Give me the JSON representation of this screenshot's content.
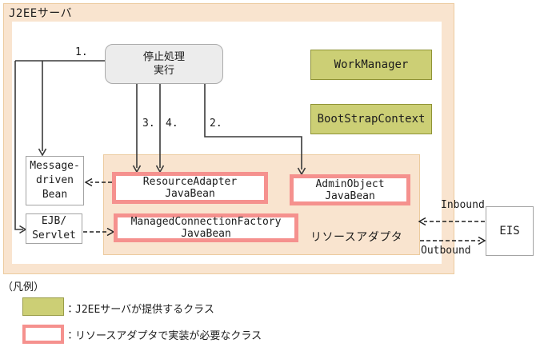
{
  "diagram": {
    "title": "J2EEサーバ",
    "stop_box": {
      "line1": "停止処理",
      "line2": "実行"
    },
    "work_manager": "WorkManager",
    "bootstrap_context": "BootStrapContext",
    "mdb": {
      "line1": "Message-",
      "line2": "driven",
      "line3": "Bean"
    },
    "ejb": {
      "line1": "EJB/",
      "line2": "Servlet"
    },
    "resource_adapter_bean": {
      "line1": "ResourceAdapter",
      "line2": "JavaBean"
    },
    "managed_connection_factory_bean": {
      "line1": "ManagedConnectionFactory",
      "line2": "JavaBean"
    },
    "admin_object_bean": {
      "line1": "AdminObject",
      "line2": "JavaBean"
    },
    "resource_adapter_label": "リソースアダプタ",
    "eis": "EIS",
    "step_labels": {
      "s1": "1.",
      "s2": "2.",
      "s3": "3.",
      "s4": "4."
    },
    "inbound": "Inbound",
    "outbound": "Outbound"
  },
  "legend": {
    "title": "（凡例）",
    "items": [
      {
        "swatch": "green-filled",
        "label": "：J2EEサーバが提供するクラス"
      },
      {
        "swatch": "pink-outlined",
        "label": "：リソースアダプタで実装が必要なクラス"
      }
    ]
  },
  "colors": {
    "server_frame_fill": "#f9e4cf",
    "server_frame_edge": "#eccb9f",
    "provided_class_fill": "#cccf75",
    "provided_class_border": "#8f9335",
    "required_class_border": "#f5918e",
    "process_box_fill": "#ececec",
    "process_box_border": "#ababab",
    "arrow_color": "#333333"
  }
}
